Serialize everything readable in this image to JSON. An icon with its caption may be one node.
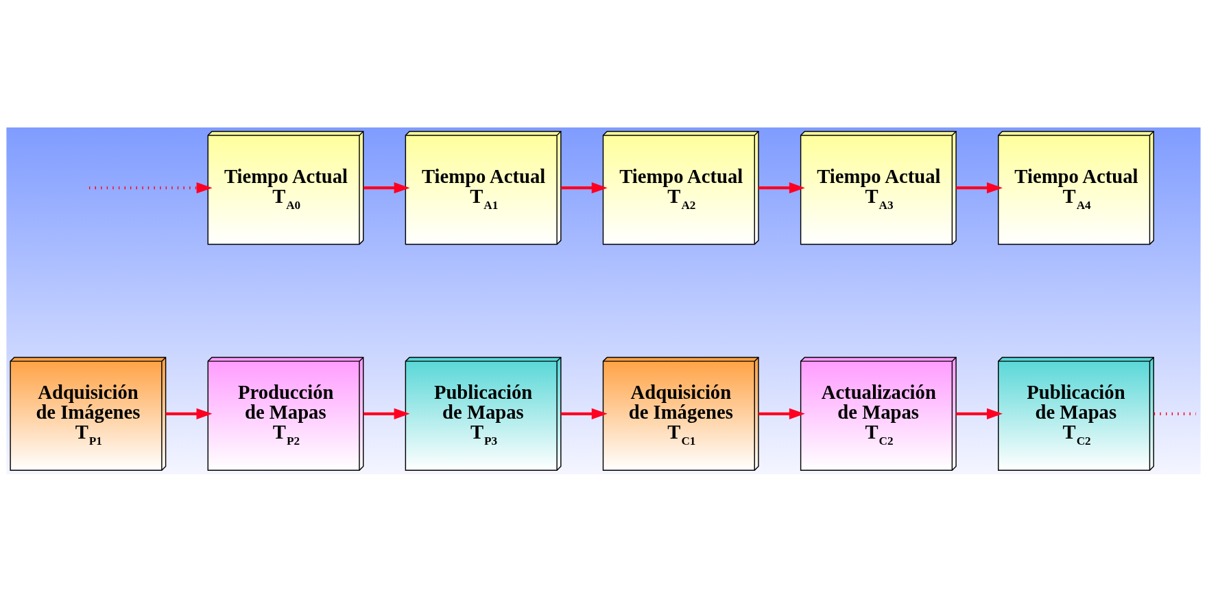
{
  "diagram": {
    "nodes": [
      {
        "text": [
          "Adquisición de Imágenes",
          "T$_{P1}$"
        ]
      },
      {
        "text": [
          "Producción de Mapas",
          "T$_{P2}$"
        ]
      },
      {
        "text": [
          "Publicación de Mapas",
          "T$_{P3}$"
        ]
      },
      {
        "text": [
          "Adquisición de Imágenes",
          "T$_{C1}$"
        ]
      },
      {
        "text": [
          "Actualización de Mapas",
          "T$_{C2}$"
        ]
      },
      {
        "text": [
          "Publicación de Mapas",
          "T$_{C2}$"
        ]
      },
      {
        "text": [
          "Tiempo Actual",
          "T$_{A0}$"
        ]
      },
      {
        "text": [
          "Tiempo Actual",
          "T$_{A1}$"
        ]
      },
      {
        "text": [
          "Tiempo Actual",
          "T$_{A2}$"
        ]
      },
      {
        "text": [
          "Tiempo Actual",
          "T$_{A3}$"
        ]
      },
      {
        "text": [
          "Tiempo Actual",
          "T$_{A4}$"
        ]
      }
    ],
    "edges": [
      {
        "from": 0,
        "to": 1,
        "arrow": "to"
      },
      {
        "from": 1,
        "to": 2,
        "arrow": "to"
      },
      {
        "from": 2,
        "to": 3,
        "arrow": "to"
      },
      {
        "from": 3,
        "to": 4,
        "arrow": "to"
      },
      {
        "from": 4,
        "to": 5,
        "arrow": "to"
      },
      {
        "from": 5,
        "to": null,
        "arrow": "none",
        "style": "dashed"
      },
      {
        "from": null,
        "to": 6,
        "arrow": "to",
        "style": "dashed"
      },
      {
        "from": 6,
        "to": 7,
        "arrow": "to"
      },
      {
        "from": 7,
        "to": 8,
        "arrow": "to"
      },
      {
        "from": 8,
        "to": 9,
        "arrow": "to"
      },
      {
        "from": 9,
        "to": 10,
        "arrow": "to"
      }
    ]
  }
}
